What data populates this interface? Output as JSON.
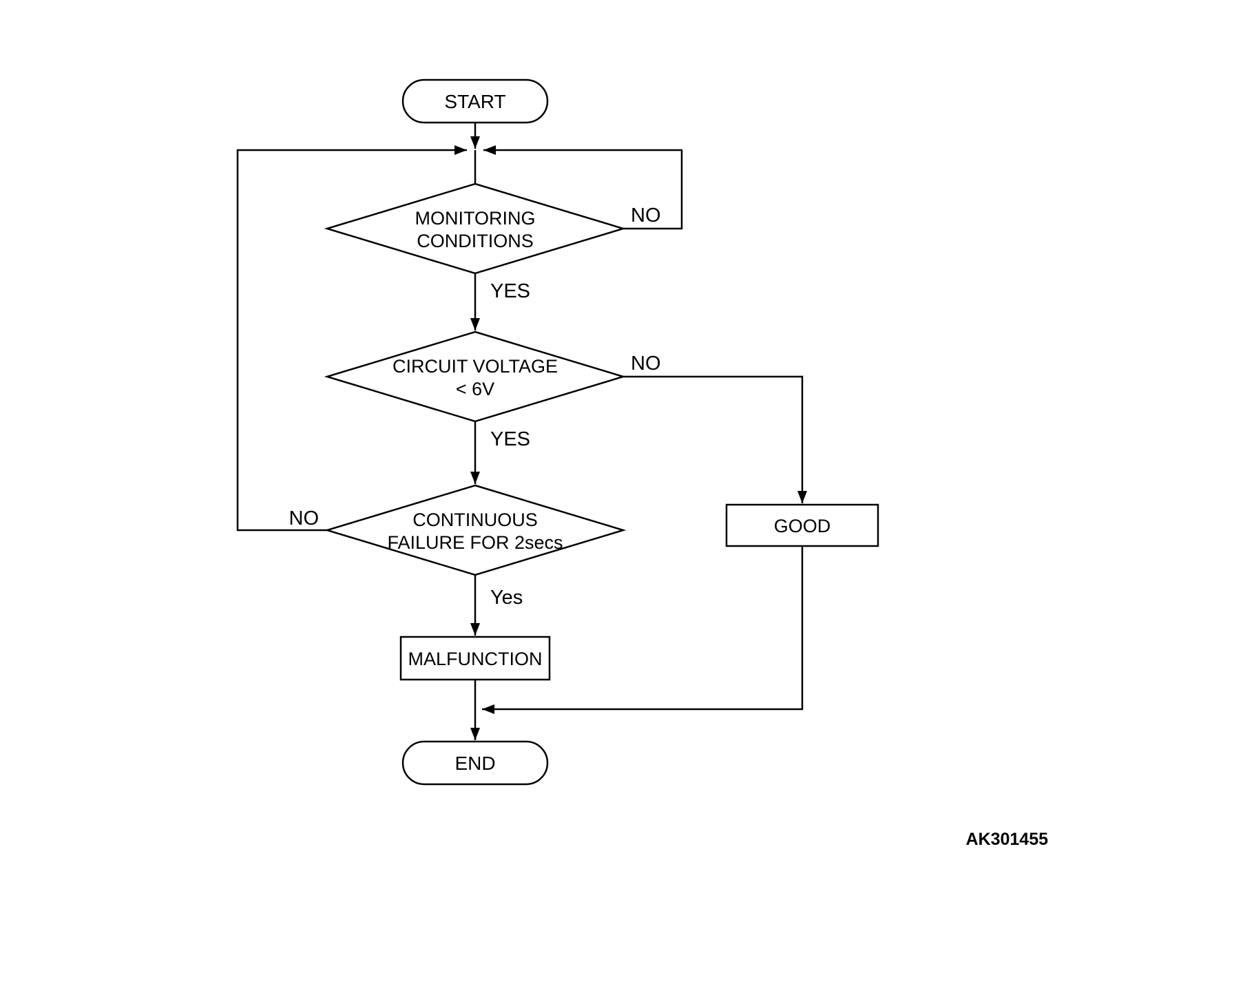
{
  "page": {
    "background": "#ffffff",
    "line_color": "#000000",
    "watermark": "AK301455"
  },
  "flowchart": {
    "start_label": "START",
    "end_label": "END",
    "decisions": {
      "monitoring": {
        "text_line1": "MONITORING",
        "text_line2": "CONDITIONS",
        "no_label": "NO",
        "yes_label": "YES"
      },
      "circuit_voltage": {
        "text_line1": "CIRCUIT VOLTAGE",
        "text_line2": "< 6V",
        "no_label": "NO",
        "yes_label": "YES"
      },
      "continuous_failure": {
        "text_line1": "CONTINUOUS",
        "text_line2": "FAILURE FOR 2secs",
        "no_label": "NO",
        "yes_label": "Yes"
      }
    },
    "process": {
      "malfunction_label": "MALFUNCTION",
      "good_label": "GOOD"
    }
  }
}
